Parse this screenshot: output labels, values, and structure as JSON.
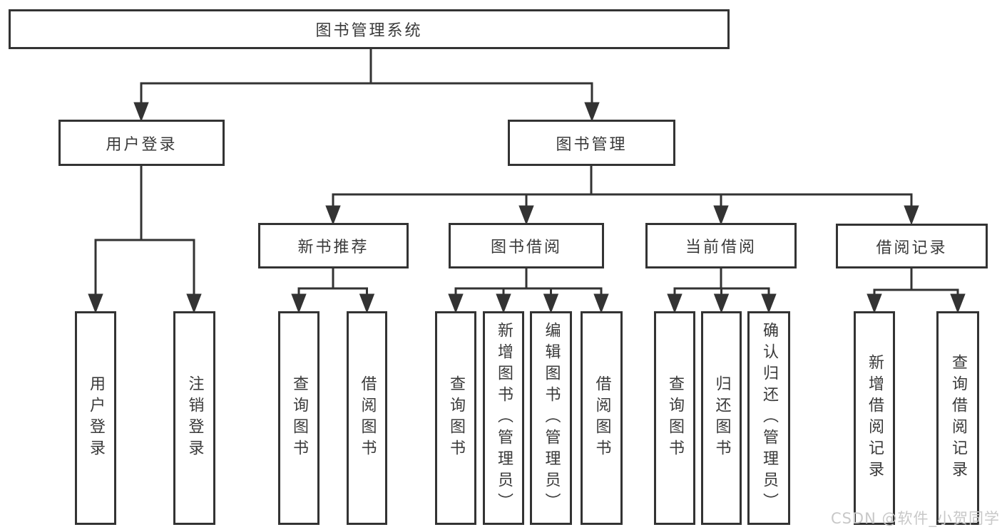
{
  "colors": {
    "background": "#ffffff",
    "line": "#333333",
    "box_border": "#333333",
    "box_fill": "#ffffff",
    "text": "#3a3a3a",
    "watermark": "#c8c8c8"
  },
  "diagram": {
    "root": {
      "label": "图书管理系统"
    },
    "level2": {
      "user_login": {
        "label": "用户登录"
      },
      "book_management": {
        "label": "图书管理"
      }
    },
    "level3": {
      "new_book_recommend": {
        "label": "新书推荐"
      },
      "book_borrow": {
        "label": "图书借阅"
      },
      "current_borrow": {
        "label": "当前借阅"
      },
      "borrow_records": {
        "label": "借阅记录"
      }
    },
    "leaves": {
      "user_login_children": [
        {
          "label": "用户登录"
        },
        {
          "label": "注销登录"
        }
      ],
      "new_book_recommend_children": [
        {
          "label": "查询图书"
        },
        {
          "label": "借阅图书"
        }
      ],
      "book_borrow_children": [
        {
          "label": "查询图书"
        },
        {
          "label": "新增图书（管理员）"
        },
        {
          "label": "编辑图书（管理员）"
        },
        {
          "label": "借阅图书"
        }
      ],
      "current_borrow_children": [
        {
          "label": "查询图书"
        },
        {
          "label": "归还图书"
        },
        {
          "label": "确认归还（管理员）"
        }
      ],
      "borrow_records_children": [
        {
          "label": "新增借阅记录"
        },
        {
          "label": "查询借阅记录"
        }
      ]
    }
  },
  "watermark": {
    "text": "CSDN @软件_小贺同学"
  }
}
